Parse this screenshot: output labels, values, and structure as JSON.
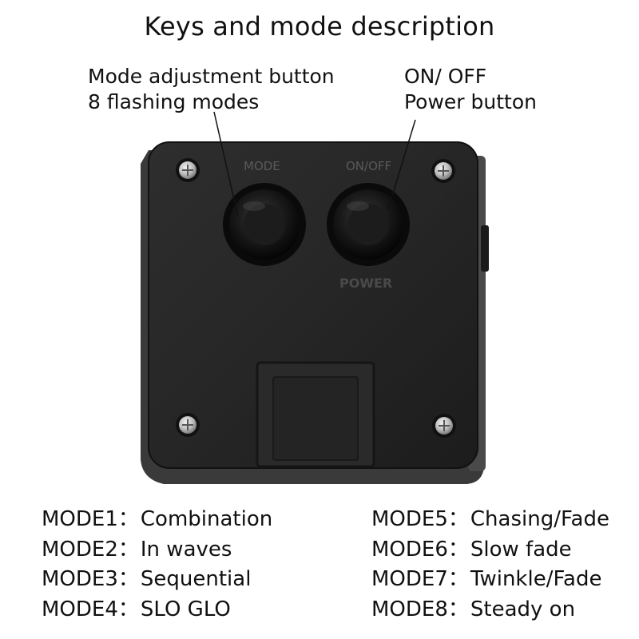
{
  "title": "Keys and mode description",
  "callouts": {
    "mode": [
      "Mode adjustment button",
      "8 flashing modes"
    ],
    "power": [
      "ON/ OFF",
      "Power  button"
    ]
  },
  "device": {
    "mode_label": "MODE",
    "onoff_label": "ON/OFF",
    "power_label": "POWER"
  },
  "separator": "：",
  "modes_left": [
    {
      "label": "MODE1",
      "desc": "Combination"
    },
    {
      "label": "MODE2",
      "desc": "In waves"
    },
    {
      "label": "MODE3",
      "desc": "Sequential"
    },
    {
      "label": "MODE4",
      "desc": "SLO GLO"
    }
  ],
  "modes_right": [
    {
      "label": "MODE5",
      "desc": "Chasing/Fade"
    },
    {
      "label": "MODE6",
      "desc": "Slow fade"
    },
    {
      "label": "MODE7",
      "desc": "Twinkle/Fade"
    },
    {
      "label": "MODE8",
      "desc": "Steady on"
    }
  ]
}
